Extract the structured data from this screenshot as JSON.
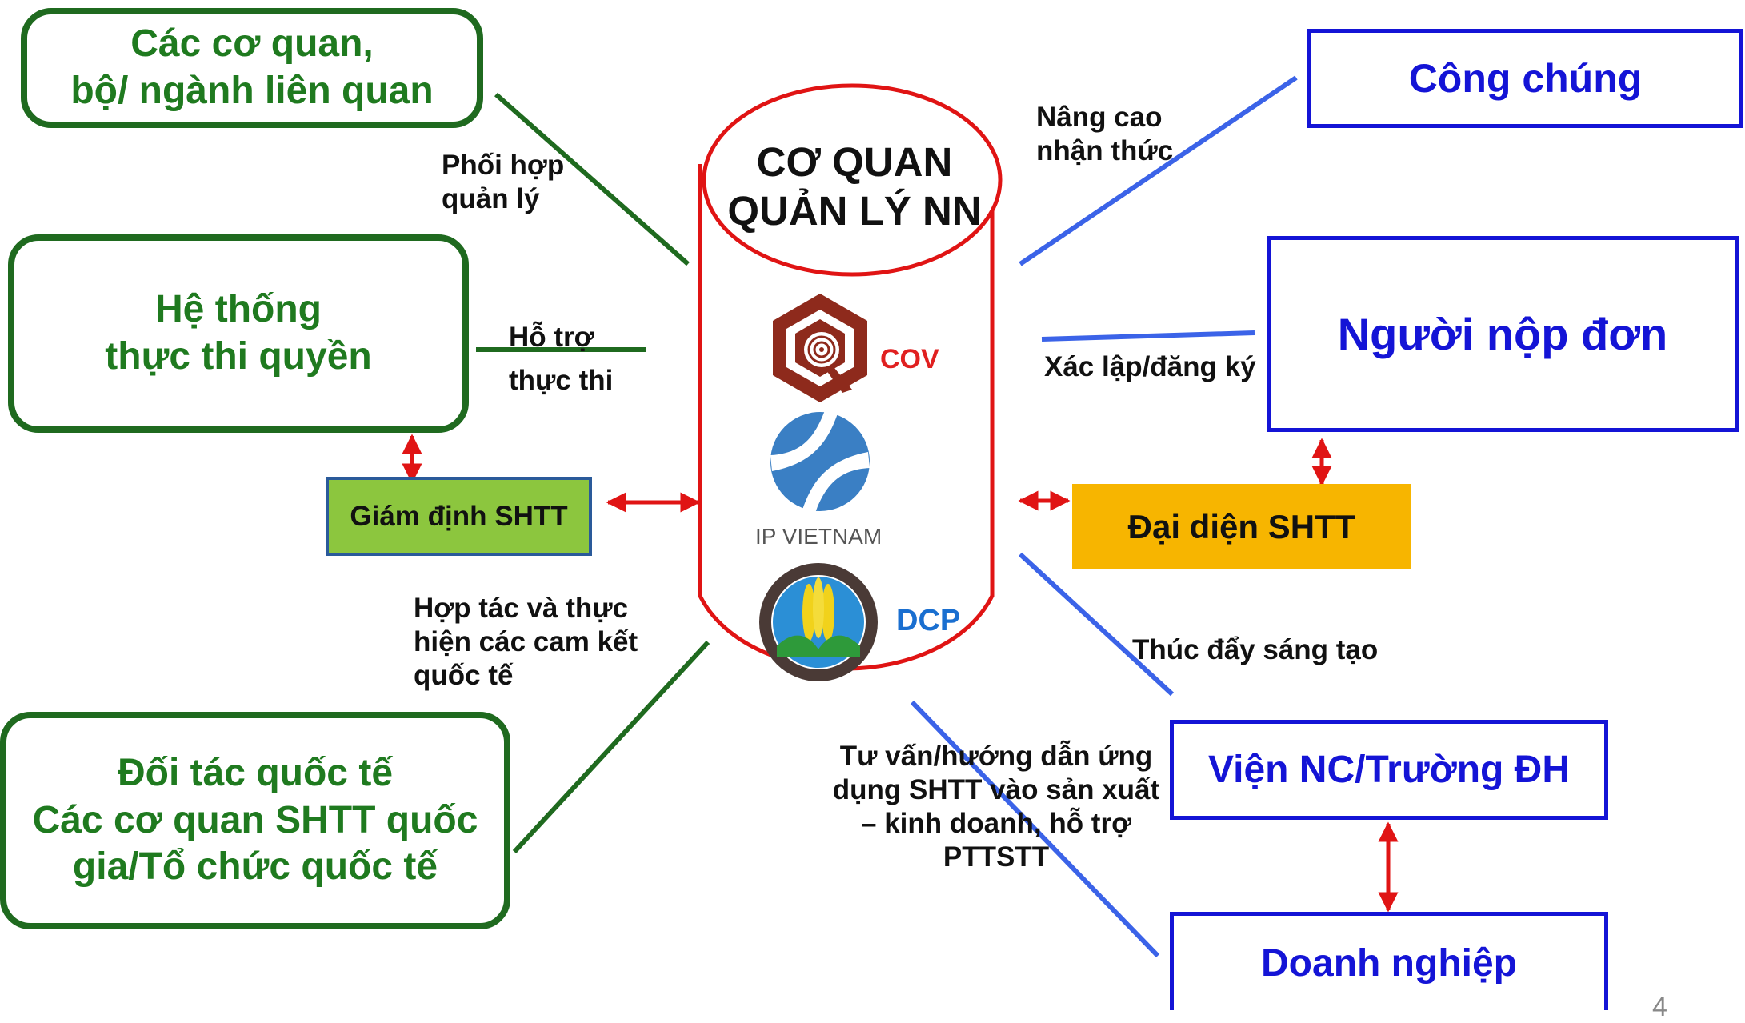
{
  "center": {
    "title_line1": "CƠ QUAN",
    "title_line2": "QUẢN LÝ NN"
  },
  "logos": {
    "cov": {
      "icon": "cov-logo-icon",
      "label": "COV",
      "color": "#e02020"
    },
    "ipvn": {
      "icon": "ip-vietnam-logo-icon",
      "label": "IP VIETNAM",
      "color": "#555555"
    },
    "dcp": {
      "icon": "dcp-logo-icon",
      "label": "DCP",
      "color": "#1a6fd0"
    }
  },
  "left_boxes": {
    "co_quan": {
      "line1": "Các cơ quan,",
      "line2": "bộ/ ngành liên quan"
    },
    "he_thong": {
      "line1": "Hệ thống",
      "line2": "thực thi quyền"
    },
    "giam_dinh": {
      "label": "Giám định SHTT",
      "fill": "#8cc63e"
    },
    "doi_tac": {
      "line1": "Đối tác quốc tế",
      "line2": "Các cơ quan SHTT quốc",
      "line3": "gia/Tổ chức quốc tế"
    }
  },
  "right_boxes": {
    "cong_chung": "Công chúng",
    "nguoi_nop_don": "Người nộp đơn",
    "dai_dien": {
      "label": "Đại diện SHTT",
      "fill": "#f7b500"
    },
    "vien_nc": "Viện NC/Trường ĐH",
    "doanh_nghiep": "Doanh nghiệp"
  },
  "edge_labels": {
    "phoi_hop": {
      "line1": "Phối hợp",
      "line2": "quản lý"
    },
    "ho_tro": {
      "line1": "Hỗ trợ",
      "line2": "thực thi"
    },
    "hop_tac": {
      "line1": "Hợp tác và thực",
      "line2": "hiện các cam kết",
      "line3": "quốc tế"
    },
    "nang_cao": {
      "line1": "Nâng cao",
      "line2": "nhận thức"
    },
    "xac_lap": "Xác lập/đăng ký",
    "thuc_day": "Thúc đẩy sáng tạo",
    "tu_van": {
      "line1": "Tư vấn/hướng dẫn ứng",
      "line2": "dụng SHTT vào sản xuất",
      "line3": "– kinh doanh, hỗ trợ",
      "line4": "PTTSTT"
    }
  },
  "page_number": "4",
  "colors": {
    "green": "#1f6a1f",
    "blue": "#1414d6",
    "line_blue": "#3b63e8",
    "red": "#e01414"
  }
}
